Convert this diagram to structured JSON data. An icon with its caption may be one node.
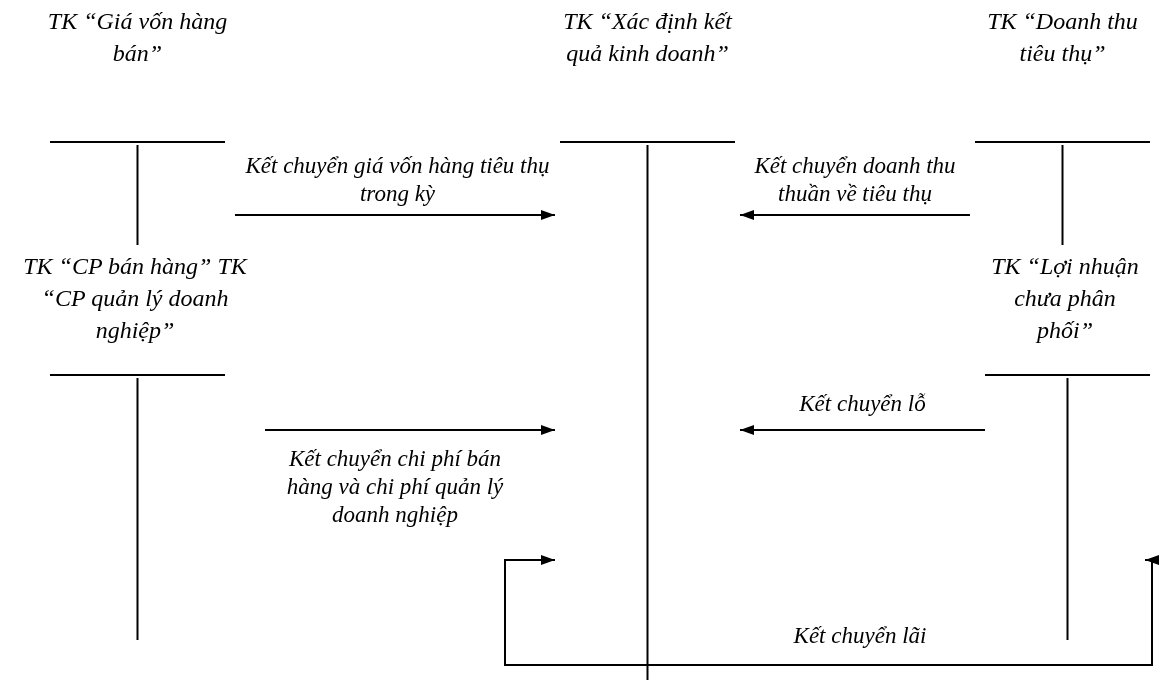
{
  "diagram": {
    "nodes": [
      {
        "text": [
          "TK “Giá vốn hàng bán”"
        ]
      },
      {
        "text": [
          "TK “Xác định kết quả kinh doanh”"
        ]
      },
      {
        "text": [
          "TK “Doanh thu tiêu thụ”"
        ]
      },
      {
        "text": [
          "TK “CP bán hàng” TK “CP quản lý doanh nghiệp”"
        ]
      },
      {
        "text": [
          "TK “Lợi nhuận chưa phân phối”"
        ]
      }
    ],
    "edges": [
      {
        "from": 0,
        "to": 1,
        "arrow": "to",
        "label": "Kết chuyển giá vốn hàng tiêu thụ trong kỳ"
      },
      {
        "from": 2,
        "to": 1,
        "arrow": "to",
        "label": "Kết chuyển doanh thu thuần về tiêu thụ"
      },
      {
        "from": 3,
        "to": 1,
        "arrow": "to",
        "label": "Kết chuyển chi phí bán hàng và chi phí quản lý doanh nghiệp"
      },
      {
        "from": 4,
        "to": 1,
        "arrow": "to",
        "label": "Kết chuyển lỗ"
      },
      {
        "from": 1,
        "to": 4,
        "arrow": "both",
        "label": "Kết chuyển lãi"
      }
    ]
  }
}
